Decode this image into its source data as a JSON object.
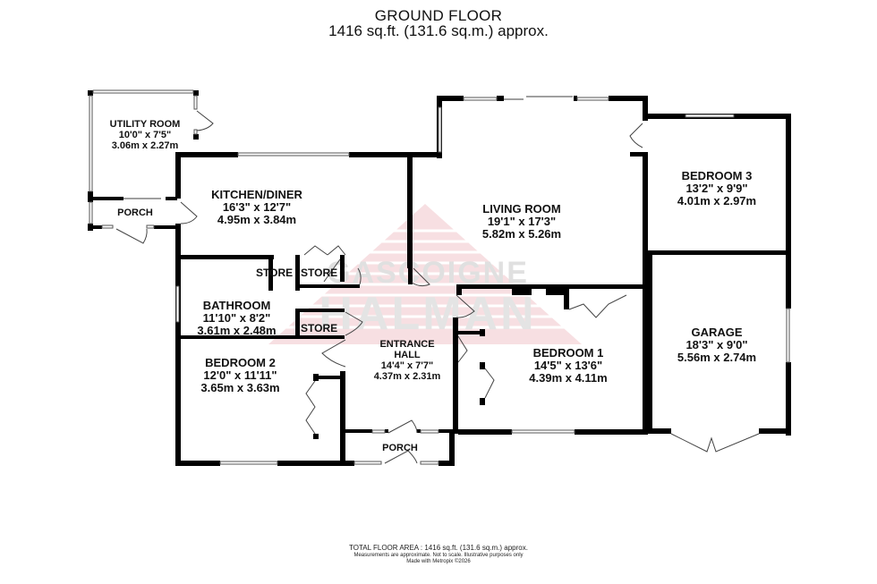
{
  "header": {
    "floor": "GROUND FLOOR",
    "area": "1416 sq.ft. (131.6 sq.m.) approx."
  },
  "watermark": {
    "line1": "GASCOIGNE",
    "line2": "HALMAN",
    "color": "#e8a0a8"
  },
  "rooms": {
    "utility": {
      "name": "UTILITY ROOM",
      "imperial": "10'0\"  x 7'5\"",
      "metric": "3.06m  x 2.27m"
    },
    "porch_side": {
      "name": "PORCH"
    },
    "kitchen": {
      "name": "KITCHEN/DINER",
      "imperial": "16'3\"  x 12'7\"",
      "metric": "4.95m  x 3.84m"
    },
    "living": {
      "name": "LIVING ROOM",
      "imperial": "19'1\"  x 17'3\"",
      "metric": "5.82m  x 5.26m"
    },
    "bedroom3": {
      "name": "BEDROOM 3",
      "imperial": "13'2\"  x 9'9\"",
      "metric": "4.01m  x 2.97m"
    },
    "garage": {
      "name": "GARAGE",
      "imperial": "18'3\"  x 9'0\"",
      "metric": "5.56m  x 2.74m"
    },
    "bathroom": {
      "name": "BATHROOM",
      "imperial": "11'10\"  x 8'2\"",
      "metric": "3.61m  x 2.48m"
    },
    "store1": {
      "name": "STORE"
    },
    "store2": {
      "name": "STORE"
    },
    "store3": {
      "name": "STORE"
    },
    "hall": {
      "name": "ENTRANCE",
      "name2": "HALL",
      "imperial": "14'4\"  x 7'7\"",
      "metric": "4.37m  x 2.31m"
    },
    "bedroom1": {
      "name": "BEDROOM 1",
      "imperial": "14'5\"  x 13'6\"",
      "metric": "4.39m  x 4.11m"
    },
    "bedroom2": {
      "name": "BEDROOM 2",
      "imperial": "12'0\"  x 11'11\"",
      "metric": "3.65m  x 3.63m"
    },
    "porch_front": {
      "name": "PORCH"
    }
  },
  "footer": {
    "total": "TOTAL FLOOR AREA : 1416 sq.ft. (131.6 sq.m.) approx.",
    "disclaimer": "Measurements are approximate.  Not to scale.  Illustrative purposes only",
    "credit": "Made with Metropix ©2026"
  }
}
